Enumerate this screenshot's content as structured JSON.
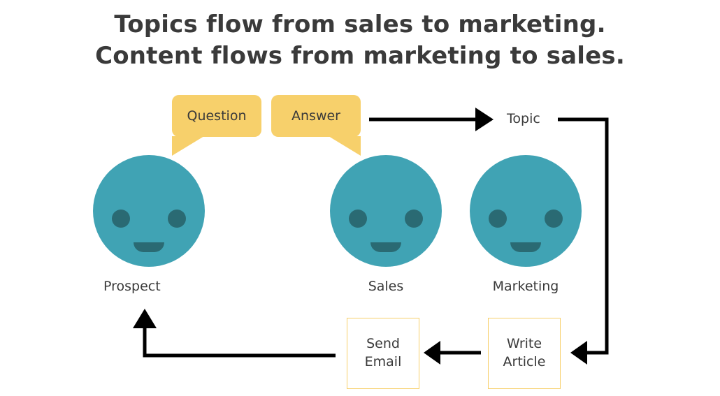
{
  "title": {
    "line1": "Topics flow from sales to marketing.",
    "line2": "Content flows from marketing to sales."
  },
  "bubbles": {
    "question": "Question",
    "answer": "Answer"
  },
  "people": {
    "prospect": "Prospect",
    "sales": "Sales",
    "marketing": "Marketing"
  },
  "flow": {
    "topic": "Topic",
    "write_article_line1": "Write",
    "write_article_line2": "Article",
    "send_email_line1": "Send",
    "send_email_line2": "Email"
  },
  "colors": {
    "face": "#40a3b4",
    "face_features": "#2a6a73",
    "bubble": "#f7d06b",
    "box_border": "#f7d06b",
    "arrow": "#000000",
    "text": "#3a3a3a"
  }
}
